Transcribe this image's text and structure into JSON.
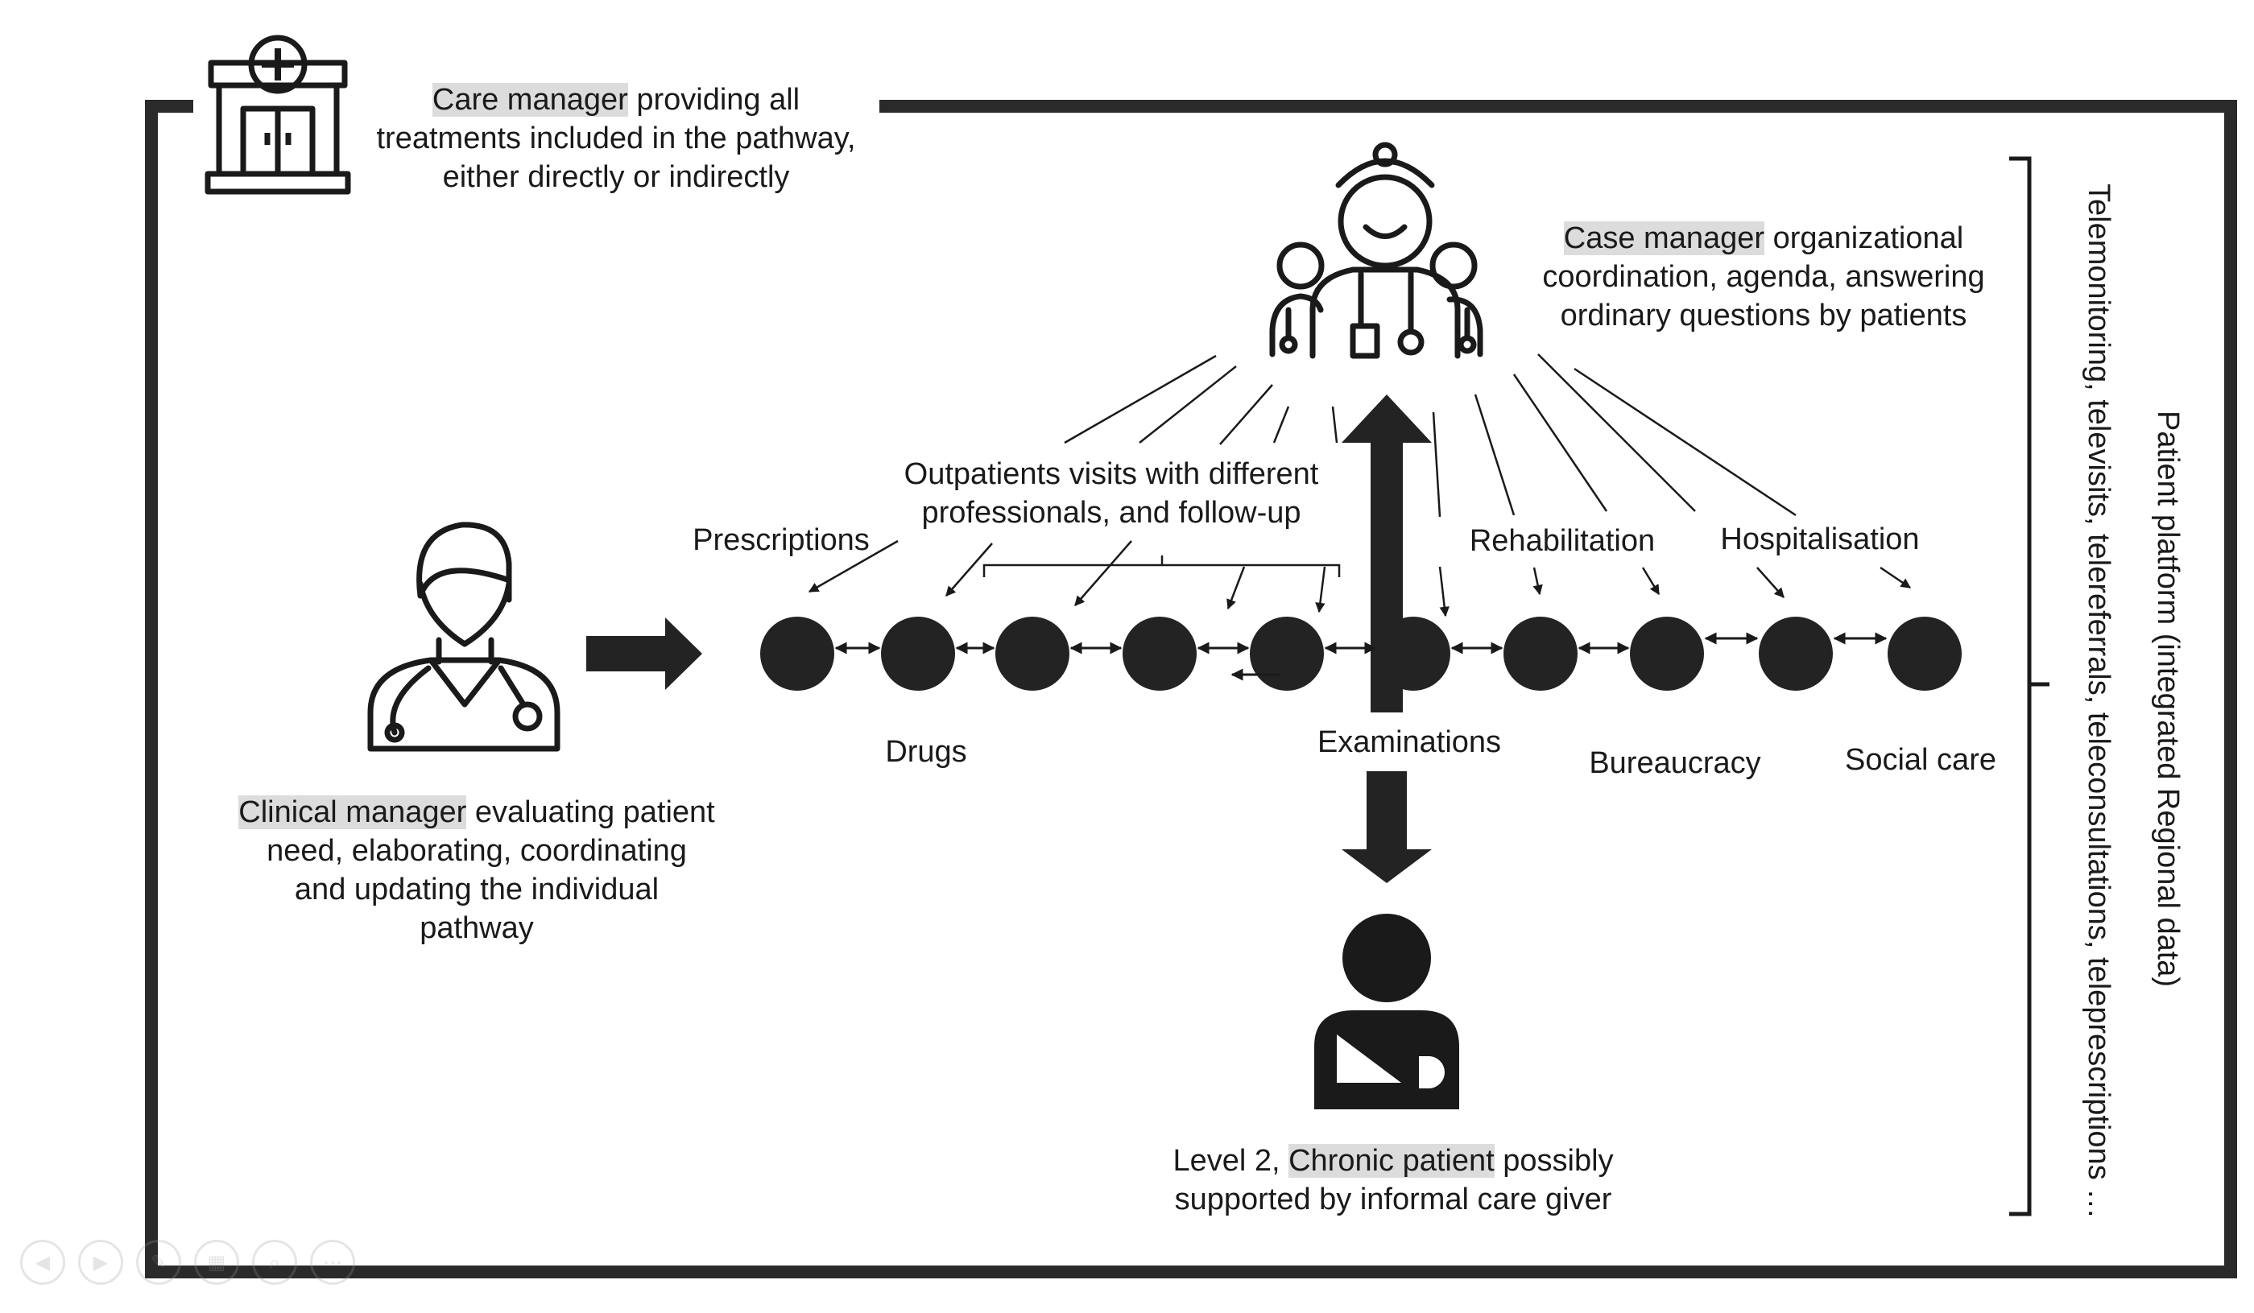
{
  "care_manager": {
    "title": "Care manager",
    "line1_rest": " providing all",
    "line2": "treatments included in the pathway,",
    "line3": "either directly or indirectly"
  },
  "case_manager": {
    "title": "Case manager",
    "line1_rest": " organizational",
    "line2": "coordination, agenda, answering",
    "line3": "ordinary questions by patients"
  },
  "clinical_manager": {
    "title": "Clinical manager",
    "line1_rest": " evaluating patient",
    "line2": "need, elaborating, coordinating",
    "line3": "and updating the individual",
    "line4": "pathway"
  },
  "patient": {
    "line1_prefix": "Level 2, ",
    "title": "Chronic patient",
    "line1_rest": " possibly",
    "line2": "supported by informal care giver"
  },
  "pathway": {
    "prescriptions": "Prescriptions",
    "outpatient_line1": "Outpatients visits with different",
    "outpatient_line2": "professionals, and follow-up",
    "rehabilitation": "Rehabilitation",
    "hospitalisation": "Hospitalisation",
    "drugs": "Drugs",
    "examinations": "Examinations",
    "bureaucracy": "Bureaucracy",
    "social_care": "Social care"
  },
  "platform": {
    "line1": "Patient platform (integrated Regional data)",
    "line2": "Telemonitoring, televisits, telereferrals, teleconsultations, teleprescriptions …"
  },
  "colors": {
    "ink": "#1a1a1a",
    "node_fill": "#232323",
    "highlight": "#dcdcdc"
  },
  "icons": [
    "hospital-icon",
    "medical-team-icon",
    "doctor-icon",
    "patient-icon"
  ]
}
